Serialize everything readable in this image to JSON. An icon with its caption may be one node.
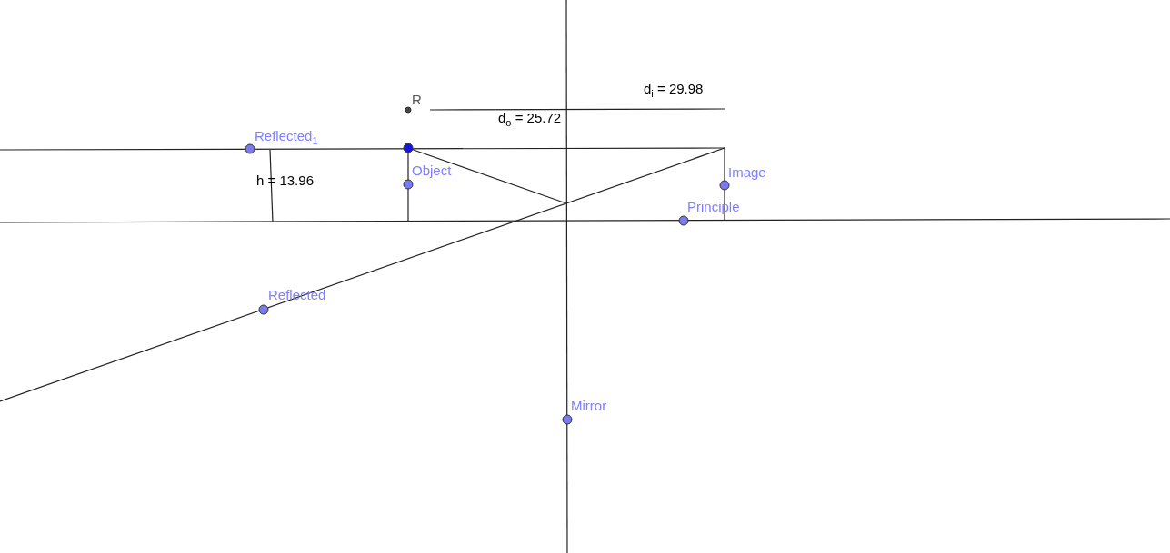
{
  "diagram": {
    "labels": [
      "R",
      "d$_{i}$ = 29.98",
      "d$_{o}$ = 25.72",
      "Reflected$_{1}$",
      "h = 13.96",
      "Object",
      "Image",
      "Principle",
      "Reflected",
      "Mirror"
    ]
  }
}
